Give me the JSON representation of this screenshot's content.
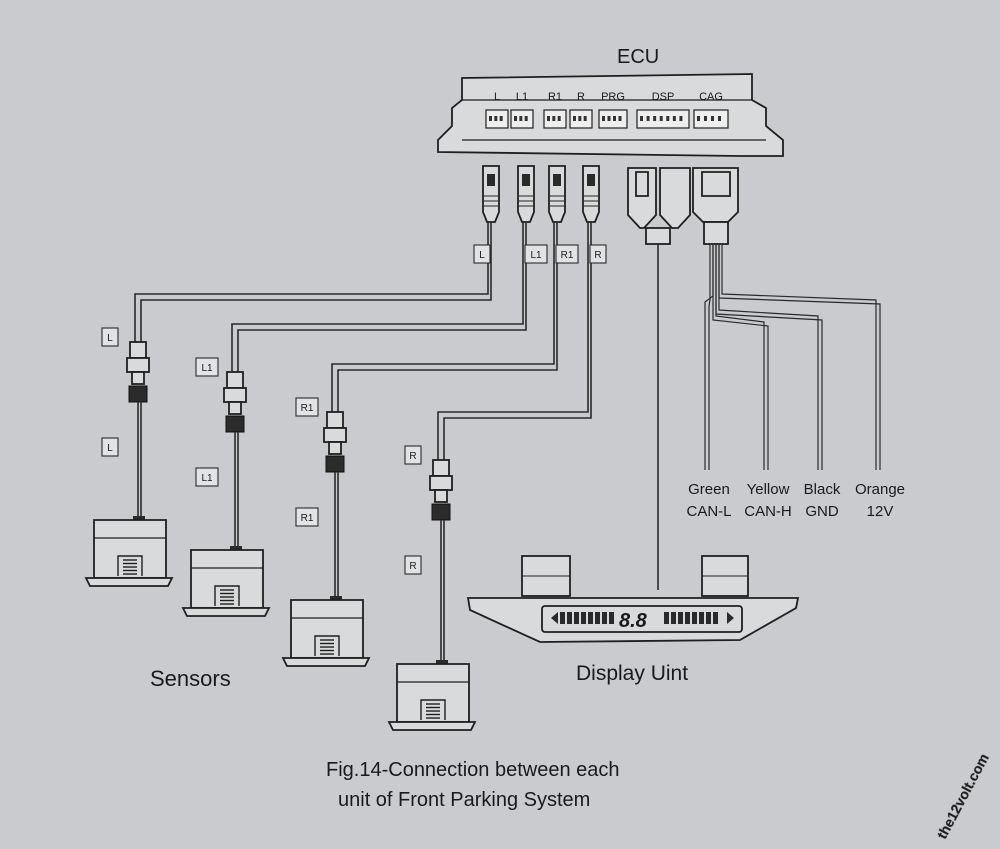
{
  "ecu": {
    "title": "ECU",
    "ports": [
      "L",
      "L1",
      "R1",
      "R",
      "PRG",
      "DSP",
      "CAG"
    ]
  },
  "cable_tags": [
    "L",
    "L1",
    "R1",
    "R"
  ],
  "sensors": {
    "group_label": "Sensors",
    "items": [
      {
        "tag_top": "L",
        "tag_bottom": "L"
      },
      {
        "tag_top": "L1",
        "tag_bottom": "L1"
      },
      {
        "tag_top": "R1",
        "tag_bottom": "R1"
      },
      {
        "tag_top": "R",
        "tag_bottom": "R"
      }
    ]
  },
  "can_wires": [
    {
      "color": "Green",
      "signal": "CAN-L"
    },
    {
      "color": "Yellow",
      "signal": "CAN-H"
    },
    {
      "color": "Black",
      "signal": "GND"
    },
    {
      "color": "Orange",
      "signal": "12V"
    }
  ],
  "display": {
    "label": "Display Uint",
    "readout": "8.8"
  },
  "caption": {
    "line1": "Fig.14-Connection between each",
    "line2": "unit of Front Parking System"
  },
  "watermark": "the12volt.com"
}
